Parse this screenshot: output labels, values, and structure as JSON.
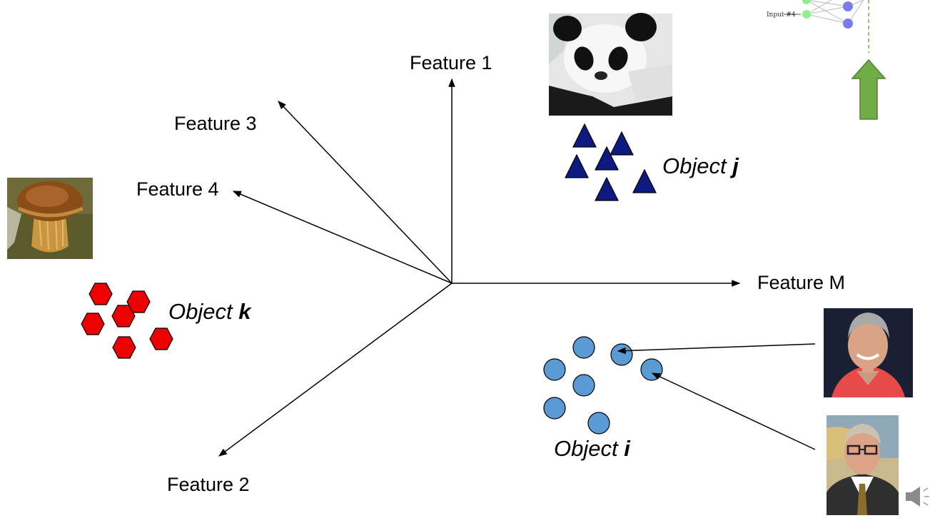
{
  "axes": {
    "feature_1": "Feature 1",
    "feature_2": "Feature 2",
    "feature_3": "Feature 3",
    "feature_4": "Feature 4",
    "feature_m": "Feature M"
  },
  "objects": {
    "object_j": {
      "word": "Object",
      "var": "j"
    },
    "object_k": {
      "word": "Object",
      "var": "k"
    },
    "object_i": {
      "word": "Object",
      "var": "i"
    }
  },
  "network_thumbnail": {
    "input_label": "Input #4"
  },
  "colors": {
    "triangle_fill": "#0d1a80",
    "hexagon_fill": "#ee0000",
    "circle_fill": "#5b9bd5",
    "arrow_fill": "#70ad47",
    "node_green": "#90ee90",
    "node_blue": "#7b7bee"
  },
  "images": {
    "panda": "panda photo",
    "mushroom": "mushroom photo",
    "person_1": "portrait of a man in red shirt",
    "person_2": "portrait of a man with glasses"
  },
  "icons": {
    "speaker": "speaker-icon"
  }
}
